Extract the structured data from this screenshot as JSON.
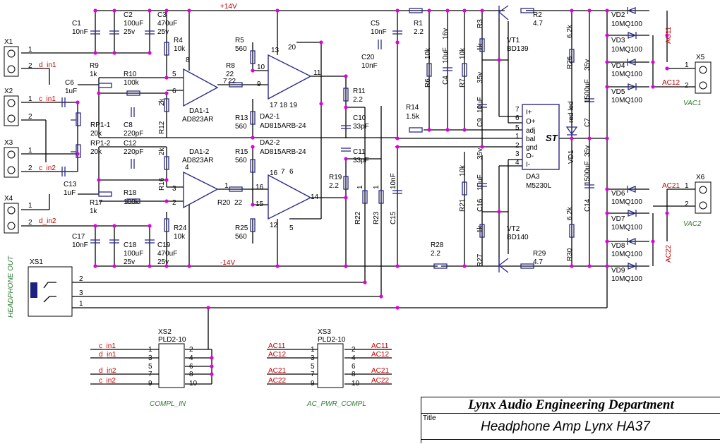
{
  "rails": {
    "pos": "+14V",
    "neg": "-14V"
  },
  "connectors": {
    "x1": "X1",
    "x2": "X2",
    "x3": "X3",
    "x4": "X4",
    "x5": "X5",
    "x6": "X6",
    "xs1": "XS1",
    "x5_caption": "VAC1",
    "x6_caption": "VAC2",
    "xs1_caption": "HEADPHONE OUT",
    "xs2": {
      "ref": "XS2",
      "type": "PLD2-10",
      "caption": "COMPL_IN",
      "left_labels": [
        "c_in1",
        "d_in1",
        "d_in2",
        "c_in2"
      ]
    },
    "xs3": {
      "ref": "XS3",
      "type": "PLD2-10",
      "caption": "AC_PWR_COMPL",
      "left_labels": [
        "AC11",
        "AC12",
        "AC21",
        "AC22"
      ],
      "right_labels": [
        "AC11",
        "AC12",
        "AC21",
        "AC22"
      ]
    }
  },
  "nets": {
    "d_in1": "d_in1",
    "c_in1": "c_in1",
    "c_in2": "c_in2",
    "d_in2": "d_in2",
    "ac11": "AC11",
    "ac12": "AC12",
    "ac21": "AC21",
    "ac22": "AC22"
  },
  "parts": {
    "c1": [
      "C1",
      "10nF"
    ],
    "c2": [
      "C2",
      "100uF",
      "25v"
    ],
    "c3": [
      "C3",
      "470uF",
      "25v"
    ],
    "c5": [
      "C5",
      "10nF"
    ],
    "c6": [
      "C6",
      "1uF"
    ],
    "c8": [
      "C8",
      "220pF"
    ],
    "c12": [
      "C12",
      "220pF"
    ],
    "c13": [
      "C13",
      "1uF"
    ],
    "c10": [
      "C10",
      "33pF"
    ],
    "c11": [
      "C11",
      "33pF"
    ],
    "c15": [
      "C15",
      "10nF"
    ],
    "c17": [
      "C17",
      "10nF"
    ],
    "c18": [
      "C18",
      "100uF",
      "25v"
    ],
    "c19": [
      "C19",
      "470uF",
      "25v"
    ],
    "c20": [
      "C20",
      "10nF"
    ],
    "c4": [
      "C4",
      "10uF",
      "16v"
    ],
    "c9": [
      "C9",
      "10uF",
      "35v"
    ],
    "c16": [
      "C16",
      "10uF",
      "35v"
    ],
    "c7": [
      "C7",
      "1500uF",
      "35v"
    ],
    "c14": [
      "C14",
      "1500uF",
      "35v"
    ],
    "r1": [
      "R1",
      "2.2"
    ],
    "r2": [
      "R2",
      "4.7"
    ],
    "r3": [
      "R3",
      "1k"
    ],
    "r4": [
      "R4",
      "10k"
    ],
    "r5": [
      "R5",
      "560"
    ],
    "r6": [
      "R6",
      "10k"
    ],
    "r7": [
      "R7",
      "10k"
    ],
    "r8": [
      "R8",
      "22"
    ],
    "r9": [
      "R9",
      "1k"
    ],
    "r10": [
      "R10",
      "100k"
    ],
    "r11": [
      "R11",
      "2.2"
    ],
    "r12": [
      "R12",
      "2k"
    ],
    "r13": [
      "R13",
      "560"
    ],
    "r14": [
      "R14",
      "1.5k"
    ],
    "r15": [
      "R15",
      "560"
    ],
    "r16": [
      "R16",
      "2k"
    ],
    "r17": [
      "R17",
      "1k"
    ],
    "r18": [
      "R18",
      "100k"
    ],
    "r19": [
      "R19",
      "2.2"
    ],
    "r20": [
      "R20",
      "22"
    ],
    "r21": [
      "R21",
      "10k"
    ],
    "r22": [
      "R22",
      "1"
    ],
    "r23": [
      "R23",
      "1"
    ],
    "r24": [
      "R24",
      "10k"
    ],
    "r25": [
      "R25",
      "560"
    ],
    "r26": [
      "R26",
      "6.2k"
    ],
    "r27": [
      "R27",
      "1k"
    ],
    "r28": [
      "R28",
      "2.2"
    ],
    "r29": [
      "R29",
      "4.7"
    ],
    "r30": [
      "R30",
      "6.2k"
    ],
    "rp11": [
      "RP1-1",
      "20k"
    ],
    "rp12": [
      "RP1-2",
      "20k"
    ],
    "vt1": [
      "VT1",
      "BD139"
    ],
    "vt2": [
      "VT2",
      "BD140"
    ],
    "vd1": [
      "VD1",
      "red led"
    ],
    "vd2": [
      "VD2",
      "10MQ100"
    ],
    "vd3": [
      "VD3",
      "10MQ100"
    ],
    "vd4": [
      "VD4",
      "10MQ100"
    ],
    "vd5": [
      "VD5",
      "10MQ100"
    ],
    "vd6": [
      "VD6",
      "10MQ100"
    ],
    "vd7": [
      "VD7",
      "10MQ100"
    ],
    "vd8": [
      "VD8",
      "10MQ100"
    ],
    "vd9": [
      "VD9",
      "10MQ100"
    ],
    "da11": [
      "DA1-1",
      "AD823AR"
    ],
    "da12": [
      "DA1-2",
      "AD823AR"
    ],
    "da21": [
      "DA2-1",
      "AD815ARB-24"
    ],
    "da22": [
      "DA2-2",
      "AD815ARB-24"
    ],
    "da3": {
      "ref": "DA3",
      "type": "M5230L",
      "logo": "ST",
      "pins": [
        "I+",
        "O+",
        "adj",
        "bal",
        "gnd",
        "O-",
        "I-"
      ]
    },
    "c15_value": "10nF"
  },
  "title_block": {
    "org": "Lynx Audio Engineering Department",
    "title_label": "Title",
    "title": "Headphone Amp Lynx HA37"
  }
}
